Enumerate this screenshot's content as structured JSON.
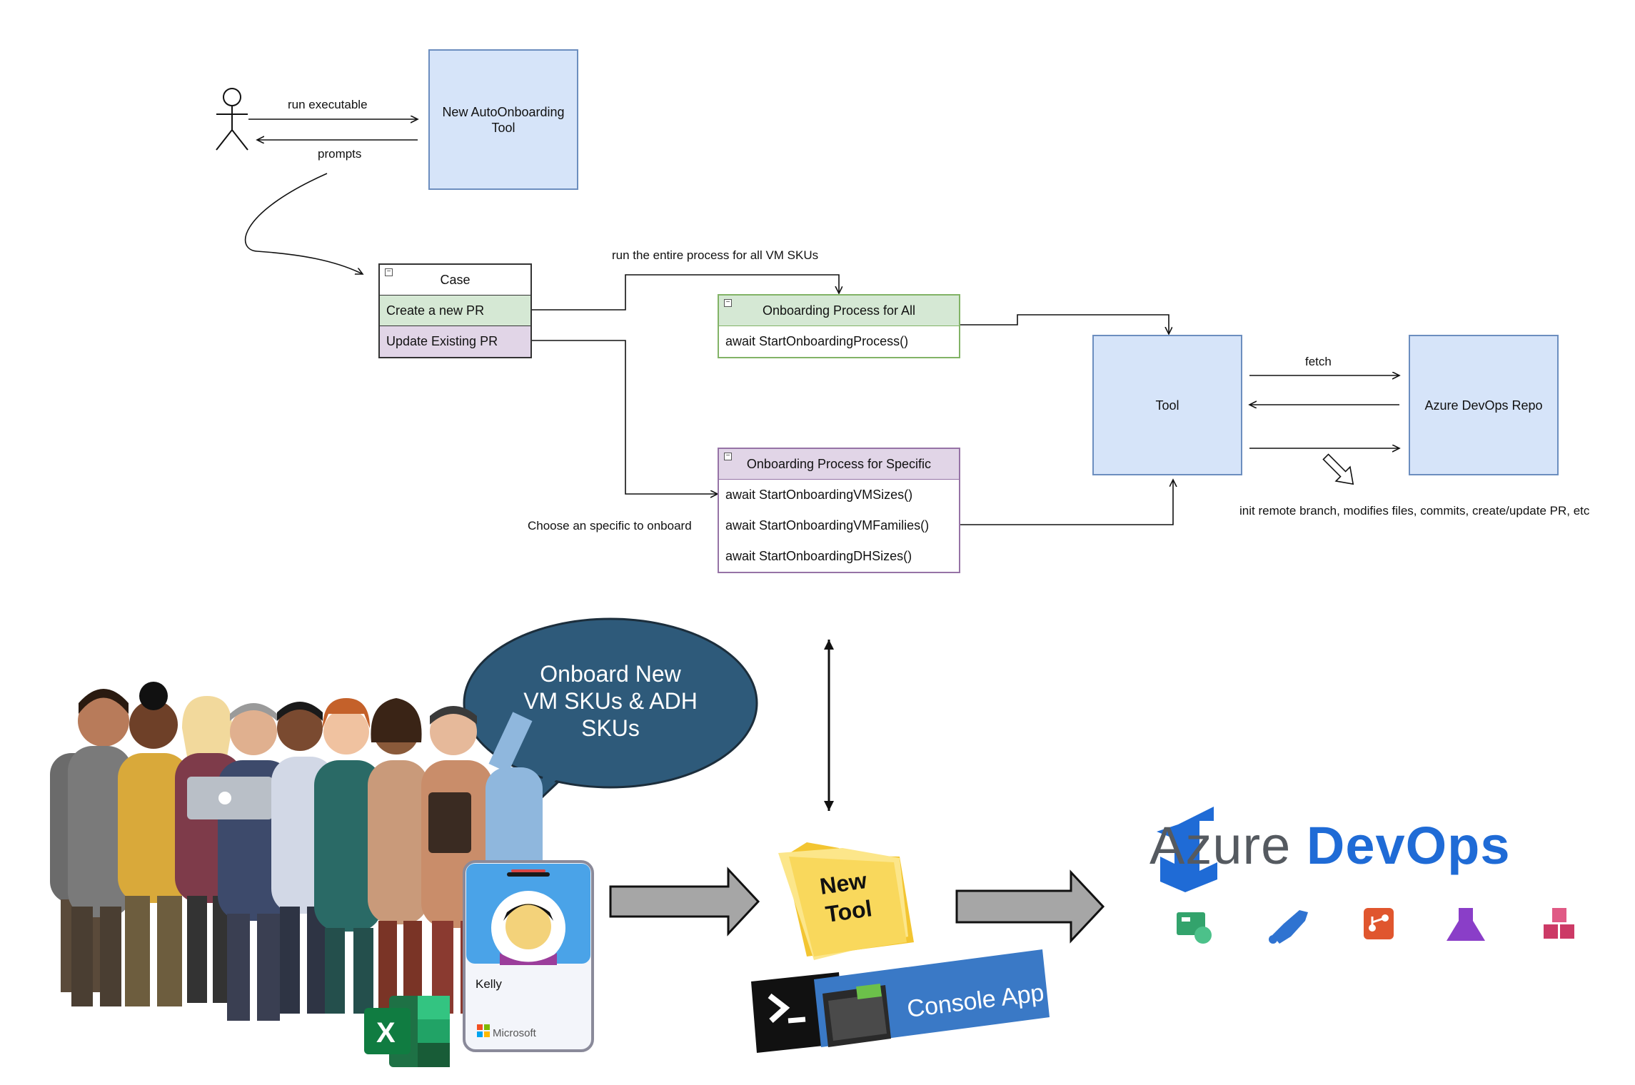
{
  "top_flow": {
    "actor_label_run": "run executable",
    "actor_label_prompts": "prompts",
    "tool_box": "New AutoOnboarding Tool"
  },
  "case_table": {
    "header": "Case",
    "rows": [
      "Create a new PR",
      "Update Existing PR"
    ]
  },
  "edge_labels": {
    "all_skus": "run the entire process for all VM SKUs",
    "choose_specific": "Choose an specific to onboard",
    "fetch": "fetch",
    "init_remote": "init remote branch, modifies files, commits, create/update PR, etc"
  },
  "process_all": {
    "header": "Onboarding Process for All",
    "rows": [
      "await StartOnboardingProcess()"
    ]
  },
  "process_specific": {
    "header": "Onboarding Process for Specific",
    "rows": [
      "await StartOnboardingVMSizes()",
      "await StartOnboardingVMFamilies()",
      "await StartOnboardingDHSizes()"
    ]
  },
  "tool_box": "Tool",
  "repo_box": "Azure DevOps Repo",
  "illustration": {
    "speech_bubble": "Onboard New\nVM SKUs & ADH\nSKUs",
    "badge_name": "Kelly",
    "badge_company": "Microsoft",
    "excel_letter": "X",
    "folder_label_1": "New",
    "folder_label_2": "Tool",
    "console_label": "Console App",
    "azure_word_1": "Azure",
    "azure_word_2": "DevOps"
  },
  "colors": {
    "blue_fill": "#d6e4f9",
    "blue_stroke": "#6c8ebf",
    "green_fill": "#d5e8d4",
    "green_stroke": "#82b366",
    "purple_fill": "#e1d5e7",
    "purple_stroke": "#9673a6",
    "bubble": "#2e5a7a",
    "azure_blue": "#1f6bd6"
  }
}
